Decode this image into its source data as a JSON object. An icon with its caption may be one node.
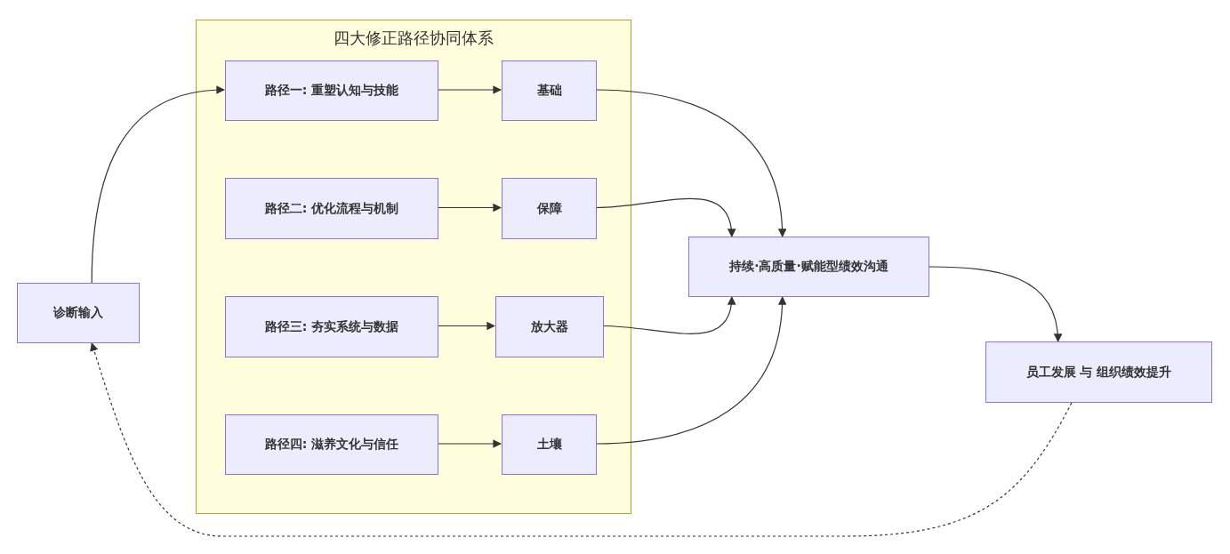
{
  "diagram": {
    "nodes": [
      {
        "text": [
          "四大修正路径协同体系"
        ]
      },
      {
        "text": [
          "路径一: 重塑认知与技能"
        ],
        "in": 0
      },
      {
        "text": [
          "基础"
        ],
        "in": 0
      },
      {
        "text": [
          "路径二: 优化流程与机制"
        ],
        "in": 0
      },
      {
        "text": [
          "保障"
        ],
        "in": 0
      },
      {
        "text": [
          "路径三: 夯实系统与数据"
        ],
        "in": 0
      },
      {
        "text": [
          "放大器"
        ],
        "in": 0
      },
      {
        "text": [
          "路径四: 滋养文化与信任"
        ],
        "in": 0
      },
      {
        "text": [
          "土壤"
        ],
        "in": 0
      },
      {
        "text": [
          "诊断输入"
        ]
      },
      {
        "text": [
          "持续·高质量·赋能型绩效沟通"
        ]
      },
      {
        "text": [
          "员工发展 与 组织绩效提升"
        ]
      }
    ],
    "edges": [
      {
        "from": 9,
        "to": 1,
        "arrow": "to"
      },
      {
        "from": 1,
        "to": 2,
        "arrow": "to"
      },
      {
        "from": 3,
        "to": 4,
        "arrow": "to"
      },
      {
        "from": 5,
        "to": 6,
        "arrow": "to"
      },
      {
        "from": 7,
        "to": 8,
        "arrow": "to"
      },
      {
        "from": 2,
        "to": 10,
        "arrow": "to"
      },
      {
        "from": 4,
        "to": 10,
        "arrow": "to"
      },
      {
        "from": 6,
        "to": 10,
        "arrow": "to"
      },
      {
        "from": 8,
        "to": 10,
        "arrow": "to"
      },
      {
        "from": 10,
        "to": 11,
        "arrow": "to"
      },
      {
        "from": 11,
        "to": 9,
        "arrow": "to",
        "style": "dashed"
      }
    ]
  }
}
